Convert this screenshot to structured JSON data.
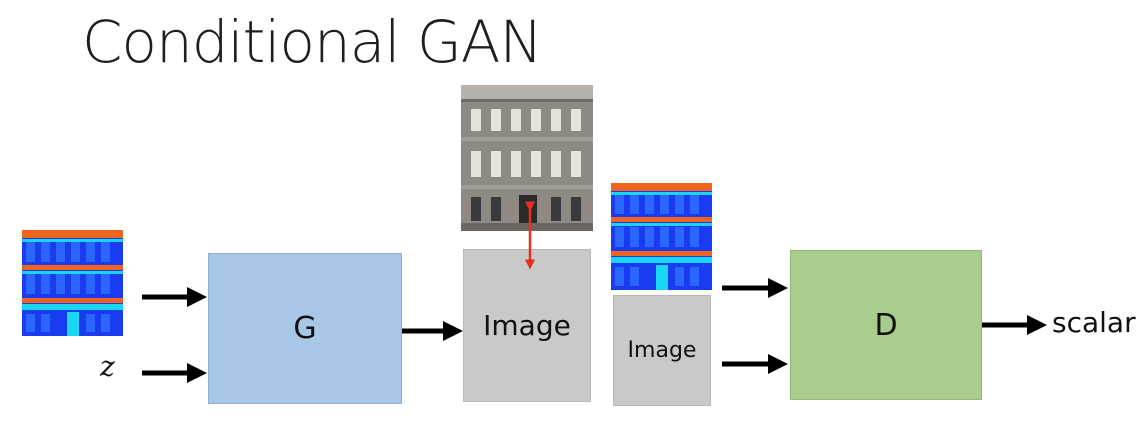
{
  "title": "Conditional GAN",
  "generator": {
    "label": "G"
  },
  "generated_image": {
    "label": "Image"
  },
  "discriminator_image": {
    "label": "Image"
  },
  "discriminator": {
    "label": "D"
  },
  "noise_input": {
    "label": "z"
  },
  "output": {
    "label": "scalar"
  },
  "colors": {
    "generator_fill": "#a8c6e6",
    "discriminator_fill": "#a9cd8c",
    "image_box_fill": "#c9c9c9",
    "arrow": "#000000",
    "comparison_arrow": "#e8301c",
    "label_map_blue": "#1a3cf0",
    "label_map_orange": "#f0641e",
    "label_map_cyan": "#19d6f5"
  }
}
